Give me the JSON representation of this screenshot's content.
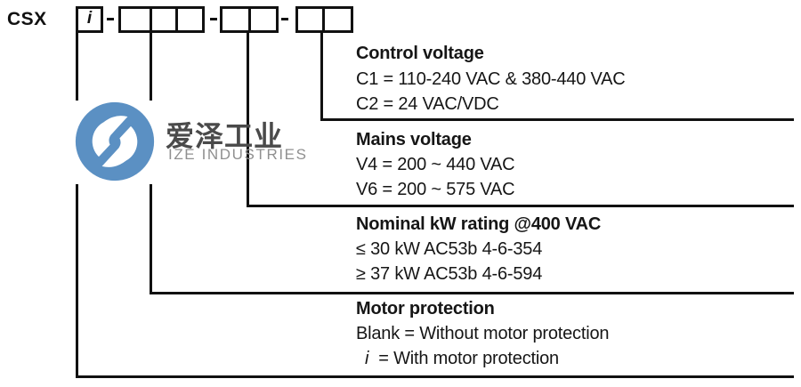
{
  "code_row": {
    "prefix": "CSX",
    "option_symbol": "i",
    "separator": "-",
    "group_cell_counts": [
      1,
      3,
      2,
      2
    ]
  },
  "sections": [
    {
      "title": "Control voltage",
      "lines": [
        "C1 = 110-240 VAC & 380-440 VAC",
        "C2 = 24 VAC/VDC"
      ]
    },
    {
      "title": "Mains voltage",
      "lines": [
        "V4 = 200 ~ 440 VAC",
        "V6 = 200 ~ 575 VAC"
      ]
    },
    {
      "title": "Nominal kW rating @400 VAC",
      "lines": [
        "≤ 30 kW AC53b 4-6-354",
        "≥ 37 kW AC53b 4-6-594"
      ]
    },
    {
      "title": "Motor protection",
      "lines": [
        "Blank = Without motor protection"
      ],
      "symbol": "i",
      "symbol_rest": "= With motor protection"
    }
  ],
  "watermark": {
    "cjk_text": "爱泽工业",
    "latin_text": "IZE INDUSTRIES",
    "icon": "ize-swirl-logo-icon"
  },
  "colors": {
    "line_black": "#111111",
    "text_black": "#161616",
    "logo_blue": "#5b90c3",
    "logo_white": "#ffffff",
    "cjk_gray": "#4a4a4a",
    "latin_gray": "#909090"
  }
}
